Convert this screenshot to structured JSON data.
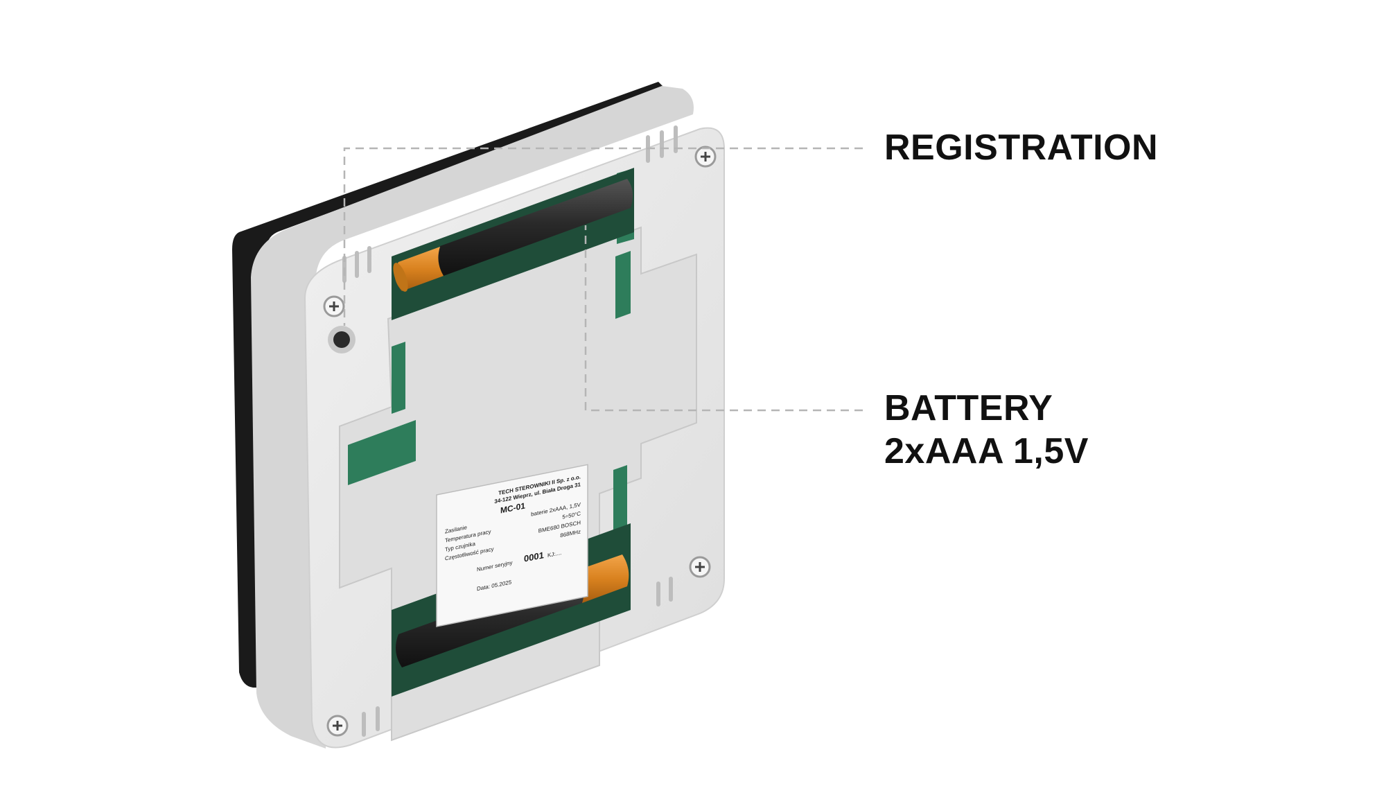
{
  "callouts": {
    "registration": "REGISTRATION",
    "battery_line1": "BATTERY",
    "battery_line2": "2xAAA 1,5V"
  },
  "device_label": {
    "manufacturer": "TECH STEROWNIKI II Sp. z o.o.",
    "address": "34-122 Wieprz, ul. Biała Droga 31",
    "model": "MC-01",
    "rows": [
      {
        "key": "Zasilanie",
        "value": "baterie 2xAAA, 1,5V"
      },
      {
        "key": "Temperatura pracy",
        "value": "5÷50°C"
      },
      {
        "key": "Typ czujnika",
        "value": "BME680 BOSCH"
      },
      {
        "key": "Częstotliwość pracy",
        "value": "868MHz"
      }
    ],
    "serial_key": "Numer seryjny",
    "serial_value": "0001",
    "kj": "KJ:....",
    "date": "Data: 05.2025"
  },
  "colors": {
    "housing": "#e6e6e6",
    "housing_edge": "#d2d2d2",
    "recess": "#dcdcdc",
    "battery_body": "#2a2a2a",
    "battery_cap": "#d9821f",
    "pcb": "#2e7d5b",
    "frame_dark": "#1a1a1a",
    "leader": "#b5b5b5"
  }
}
